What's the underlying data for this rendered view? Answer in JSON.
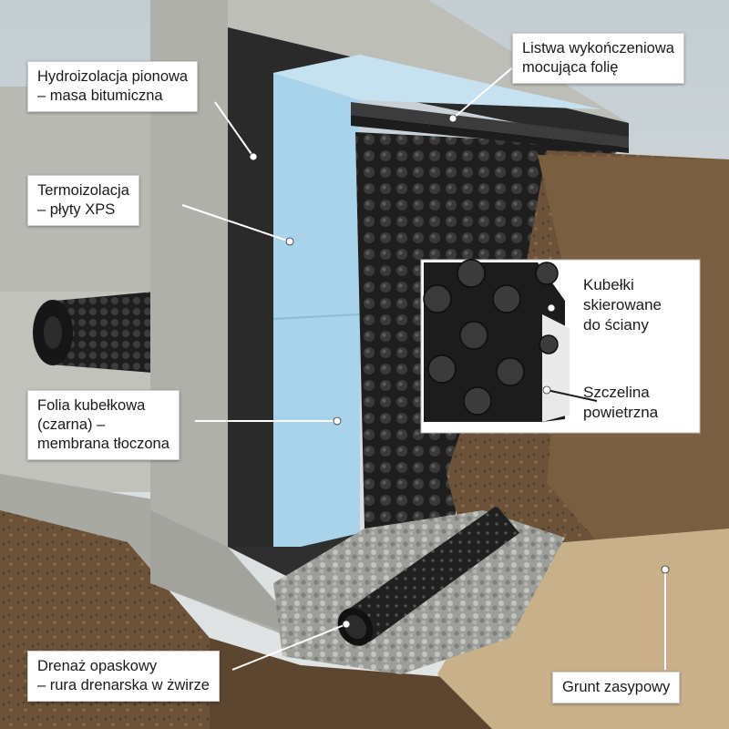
{
  "labels": {
    "vertical_waterproofing": {
      "line1": "Hydroizolacja pionowa",
      "line2": "– masa bitumiczna"
    },
    "trim_strip": {
      "line1": "Listwa wykończeniowa",
      "line2": "mocująca folię"
    },
    "thermal_insulation": {
      "line1": "Termoizolacja",
      "line2": "– płyty XPS"
    },
    "dimpled_membrane": {
      "line1": "Folia kubełkowa",
      "line2": "(czarna) –",
      "line3": "membrana tłoczona"
    },
    "drainage": {
      "line1": "Drenaż opaskowy",
      "line2": "– rura drenarska w żwirze"
    },
    "backfill": {
      "line1": "Grunt zasypowy"
    }
  },
  "inset": {
    "dimples": {
      "line1": "Kubełki",
      "line2": "skierowane",
      "line3": "do ściany"
    },
    "air_gap": {
      "line1": "Szczelina",
      "line2": "powietrzna"
    }
  },
  "colors": {
    "sky": "#cfd6da",
    "concrete": "#b3b3ae",
    "bitumen": "#2b2b2b",
    "xps": "#a9d3ea",
    "membrane": "#1b1b1b",
    "soil": "#6b5238",
    "sand": "#c8b08a",
    "gravel": "#a8a8a4",
    "label_bg": "#ffffff"
  }
}
